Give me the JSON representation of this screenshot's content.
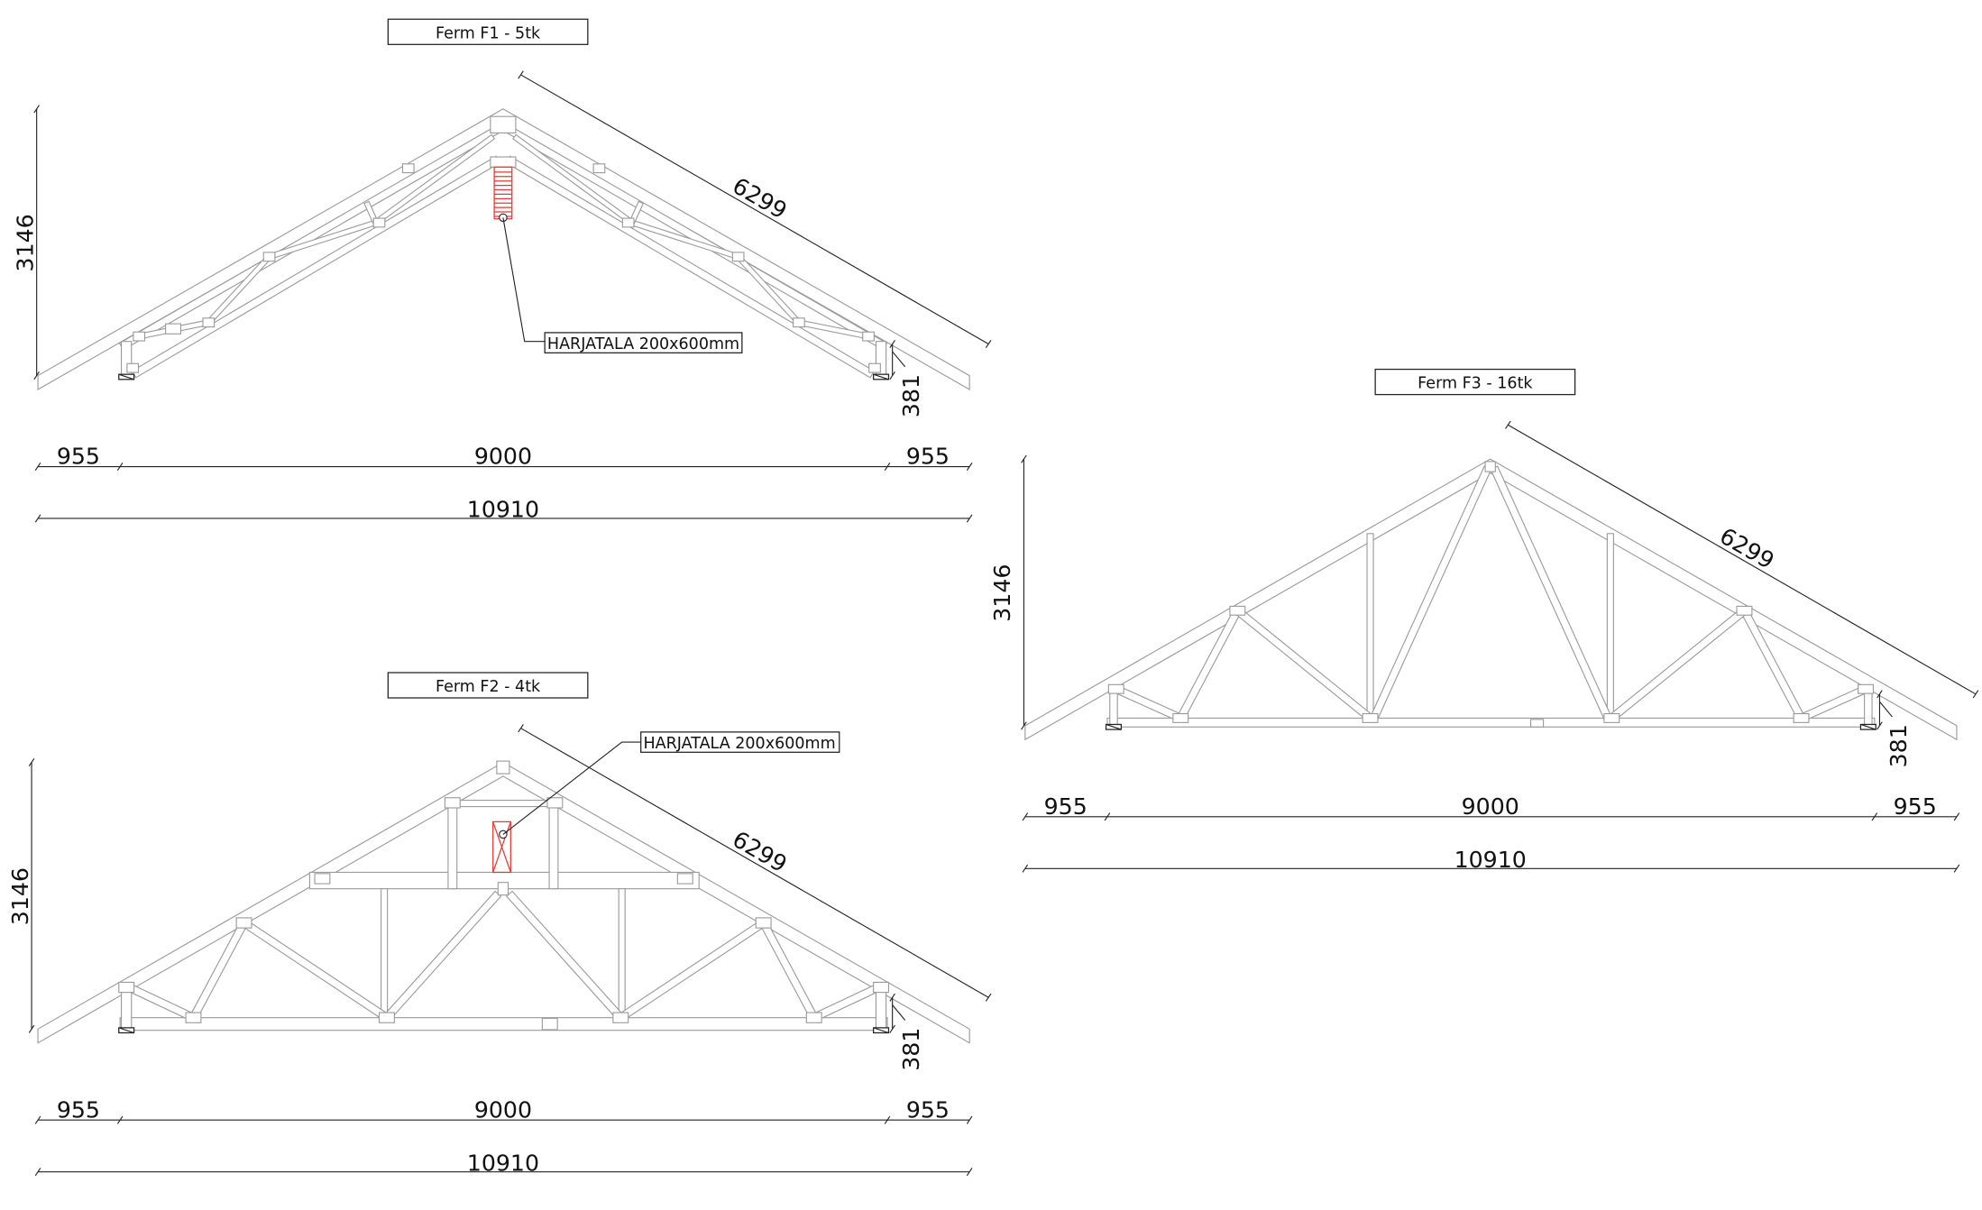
{
  "trusses": [
    {
      "title": "Ferm F1 - 5tk",
      "height": "3146",
      "rafter": "6299",
      "heel": "381",
      "overhang_left": "955",
      "span": "9000",
      "overhang_right": "955",
      "total": "10910",
      "ridge_beam_label": "HARJATALA 200x600mm"
    },
    {
      "title": "Ferm F2 - 4tk",
      "height": "3146",
      "rafter": "6299",
      "heel": "381",
      "overhang_left": "955",
      "span": "9000",
      "overhang_right": "955",
      "total": "10910",
      "ridge_beam_label": "HARJATALA 200x600mm"
    },
    {
      "title": "Ferm F3 - 16tk",
      "height": "3146",
      "rafter": "6299",
      "heel": "381",
      "overhang_left": "955",
      "span": "9000",
      "overhang_right": "955",
      "total": "10910"
    }
  ],
  "colors": {
    "member": "#9a9a9a",
    "dimension": "#222222",
    "highlight": "#e53935"
  }
}
